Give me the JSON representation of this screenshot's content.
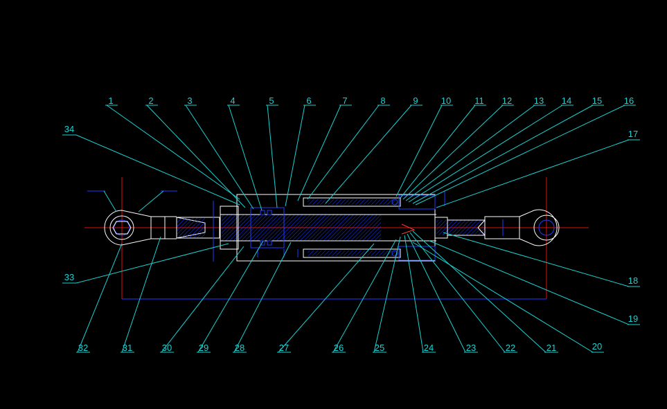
{
  "diagram": {
    "title": "",
    "colors": {
      "background": "#000000",
      "leader": "#19d3d3",
      "outline": "#ffffff",
      "section": "#1e3cff",
      "center": "#e01010",
      "accent": "#ff3b3b"
    },
    "top_labels": [
      "1",
      "2",
      "3",
      "4",
      "5",
      "6",
      "7",
      "8",
      "9",
      "10",
      "11",
      "12",
      "13",
      "14",
      "15",
      "16"
    ],
    "right_labels": [
      "17",
      "18",
      "19",
      "20"
    ],
    "bottom_labels": [
      "32",
      "31",
      "30",
      "29",
      "28",
      "27",
      "26",
      "25",
      "24",
      "23",
      "22",
      "21"
    ],
    "left_labels": [
      "34",
      "33"
    ],
    "dim_text": "",
    "small_tags": [
      "",
      ""
    ]
  }
}
